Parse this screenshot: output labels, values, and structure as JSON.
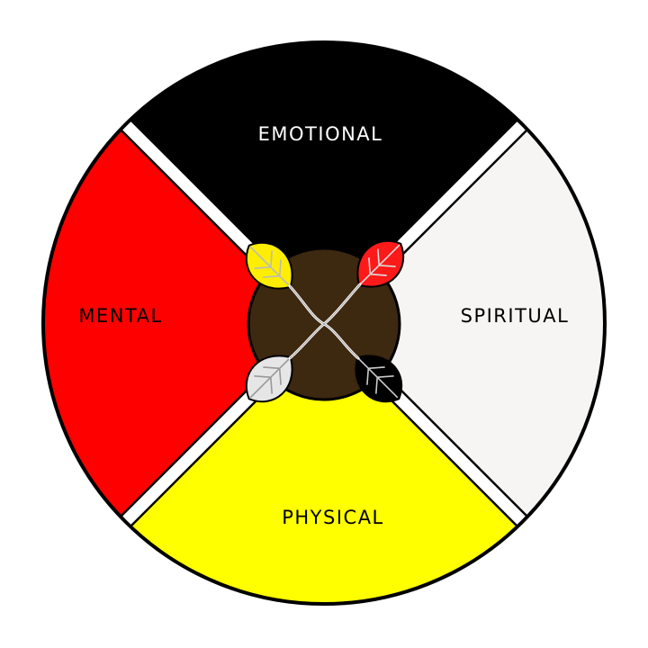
{
  "quadrants": {
    "top": {
      "label": "EMOTIONAL",
      "fill": "#000000",
      "text_color": "#ffffff"
    },
    "right": {
      "label": "SPIRITUAL",
      "fill": "#f6f5f4",
      "text_color": "#000000"
    },
    "bottom": {
      "label": "PHYSICAL",
      "fill": "#ffff00",
      "text_color": "#000000"
    },
    "left": {
      "label": "MENTAL",
      "fill": "#ff0000",
      "text_color": "#000000"
    }
  },
  "center": {
    "fill": "#3d2810",
    "leaves": [
      {
        "name": "yellow",
        "fill": "#ffee00"
      },
      {
        "name": "red",
        "fill": "#ff1a1a"
      },
      {
        "name": "white",
        "fill": "#e6e6e6"
      },
      {
        "name": "black",
        "fill": "#000000"
      }
    ]
  },
  "colors": {
    "outline": "#000000",
    "gap": "#ffffff"
  }
}
